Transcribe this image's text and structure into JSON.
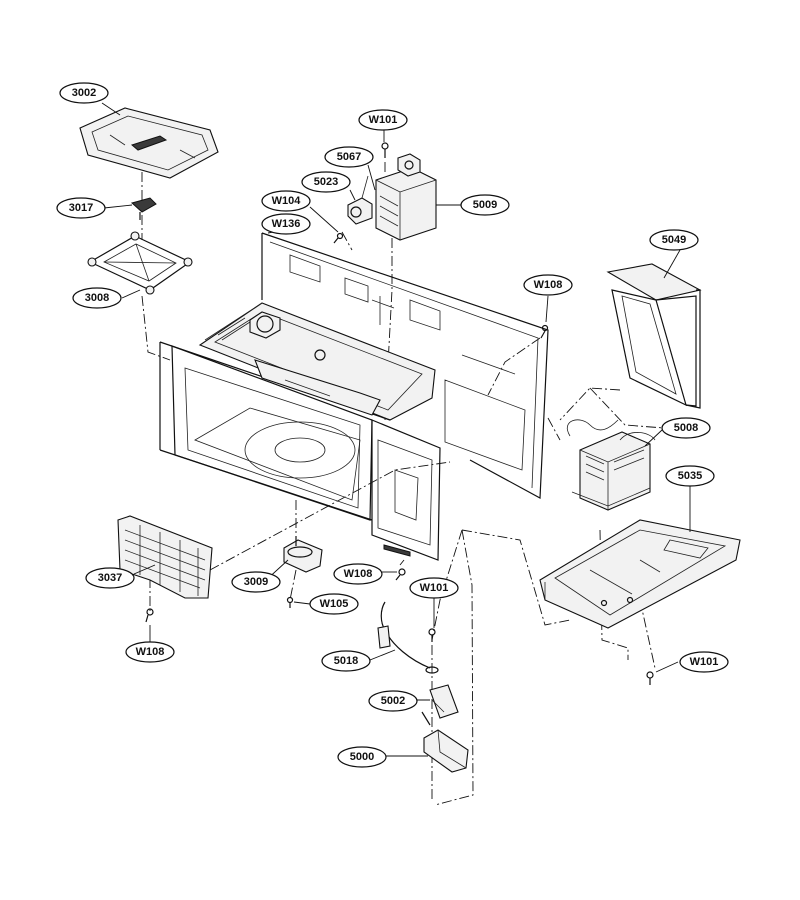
{
  "callouts": [
    {
      "id": "c3002",
      "label": "3002"
    },
    {
      "id": "c3017",
      "label": "3017"
    },
    {
      "id": "c3008",
      "label": "3008"
    },
    {
      "id": "cW101a",
      "label": "W101"
    },
    {
      "id": "c5067",
      "label": "5067"
    },
    {
      "id": "c5023",
      "label": "5023"
    },
    {
      "id": "c5009",
      "label": "5009"
    },
    {
      "id": "cW104",
      "label": "W104"
    },
    {
      "id": "cW136",
      "label": "W136"
    },
    {
      "id": "c5049",
      "label": "5049"
    },
    {
      "id": "cW108a",
      "label": "W108"
    },
    {
      "id": "c5008",
      "label": "5008"
    },
    {
      "id": "c5035",
      "label": "5035"
    },
    {
      "id": "c3037",
      "label": "3037"
    },
    {
      "id": "c3009",
      "label": "3009"
    },
    {
      "id": "cW108b",
      "label": "W108"
    },
    {
      "id": "cW105",
      "label": "W105"
    },
    {
      "id": "cW101b",
      "label": "W101"
    },
    {
      "id": "cW108c",
      "label": "W108"
    },
    {
      "id": "c5018",
      "label": "5018"
    },
    {
      "id": "c5002",
      "label": "5002"
    },
    {
      "id": "c5000",
      "label": "5000"
    },
    {
      "id": "cW101c",
      "label": "W101"
    }
  ]
}
